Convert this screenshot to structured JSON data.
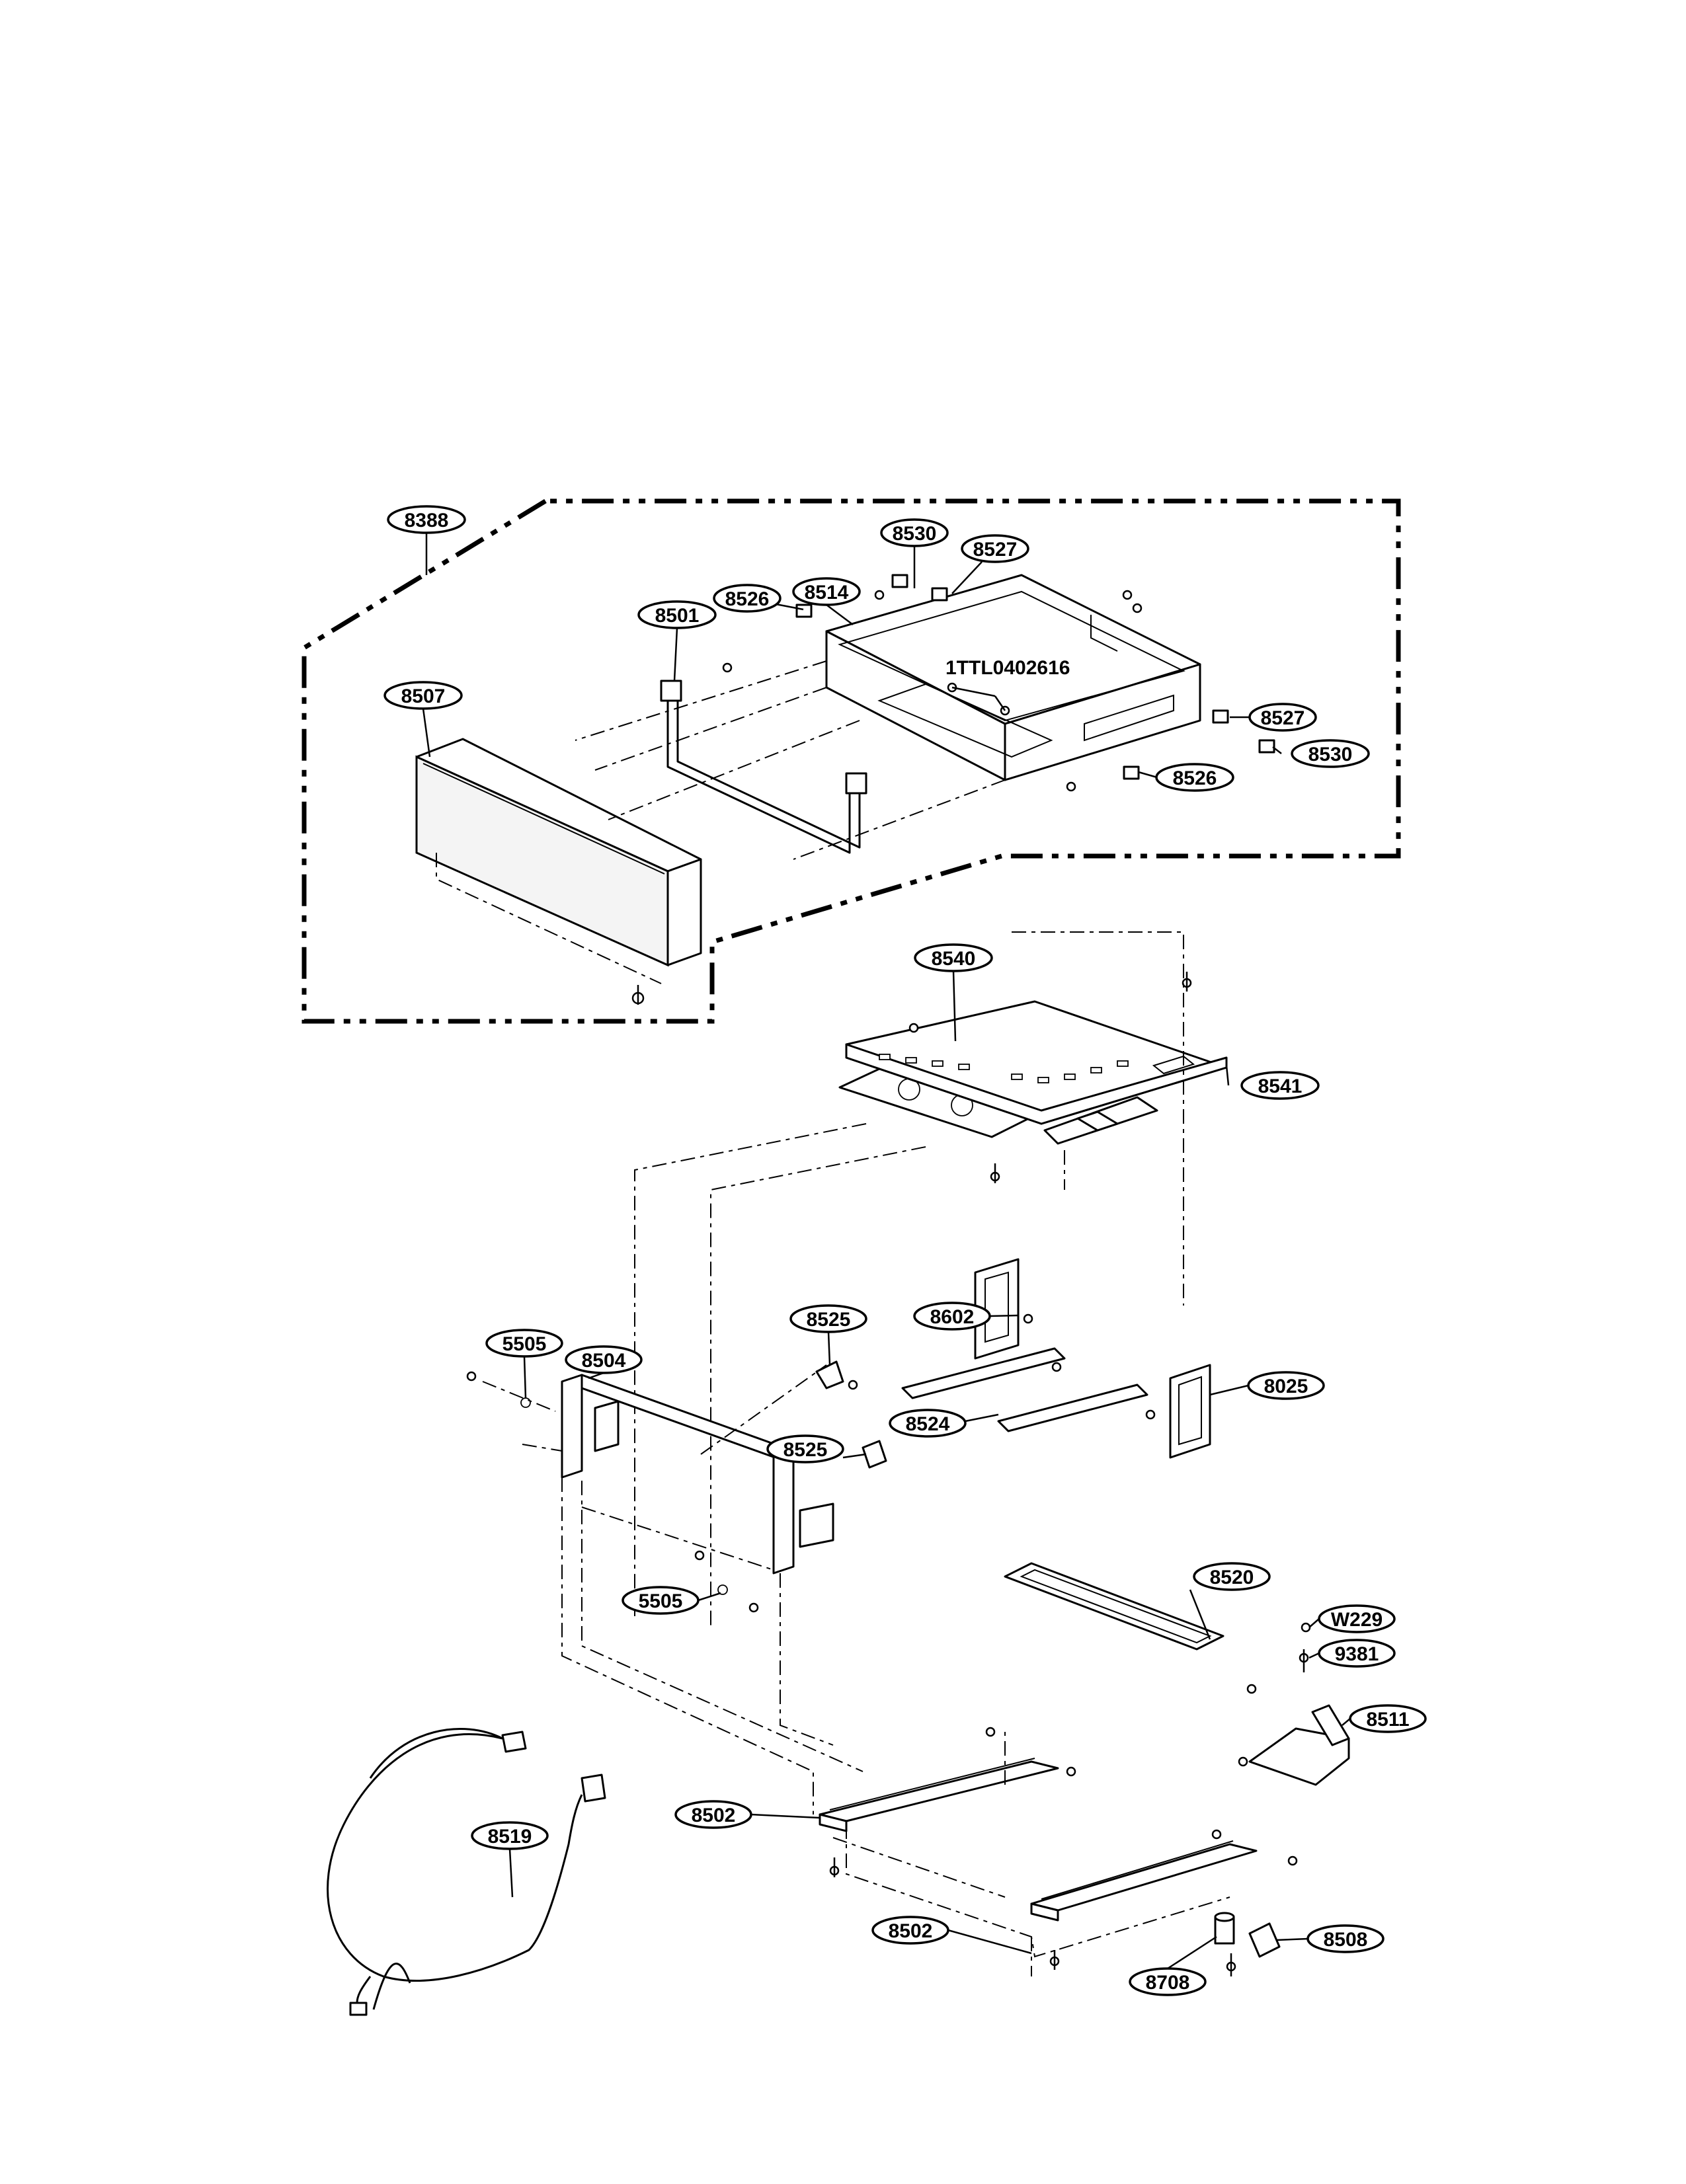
{
  "callouts": [
    {
      "id": "c-8388",
      "text": "8388"
    },
    {
      "id": "c-8530-top",
      "text": "8530"
    },
    {
      "id": "c-8527-top",
      "text": "8527"
    },
    {
      "id": "c-8526-top",
      "text": "8526"
    },
    {
      "id": "c-8514",
      "text": "8514"
    },
    {
      "id": "c-8501",
      "text": "8501"
    },
    {
      "id": "c-8507",
      "text": "8507"
    },
    {
      "id": "c-8527-right",
      "text": "8527"
    },
    {
      "id": "c-8530-right",
      "text": "8530"
    },
    {
      "id": "c-8526-bottom",
      "text": "8526"
    },
    {
      "id": "c-8540",
      "text": "8540"
    },
    {
      "id": "c-8541",
      "text": "8541"
    },
    {
      "id": "c-8602",
      "text": "8602"
    },
    {
      "id": "c-8525-top",
      "text": "8525"
    },
    {
      "id": "c-5505-top",
      "text": "5505"
    },
    {
      "id": "c-8504",
      "text": "8504"
    },
    {
      "id": "c-8025",
      "text": "8025"
    },
    {
      "id": "c-8524",
      "text": "8524"
    },
    {
      "id": "c-8525-bottom",
      "text": "8525"
    },
    {
      "id": "c-5505-bottom",
      "text": "5505"
    },
    {
      "id": "c-8520",
      "text": "8520"
    },
    {
      "id": "c-W229",
      "text": "W229"
    },
    {
      "id": "c-9381",
      "text": "9381"
    },
    {
      "id": "c-8511",
      "text": "8511"
    },
    {
      "id": "c-8502-left",
      "text": "8502"
    },
    {
      "id": "c-8519",
      "text": "8519"
    },
    {
      "id": "c-8502-bottom",
      "text": "8502"
    },
    {
      "id": "c-8508",
      "text": "8508"
    },
    {
      "id": "c-8708",
      "text": "8708"
    }
  ],
  "free_labels": {
    "screw_code": "1TTL0402616"
  }
}
